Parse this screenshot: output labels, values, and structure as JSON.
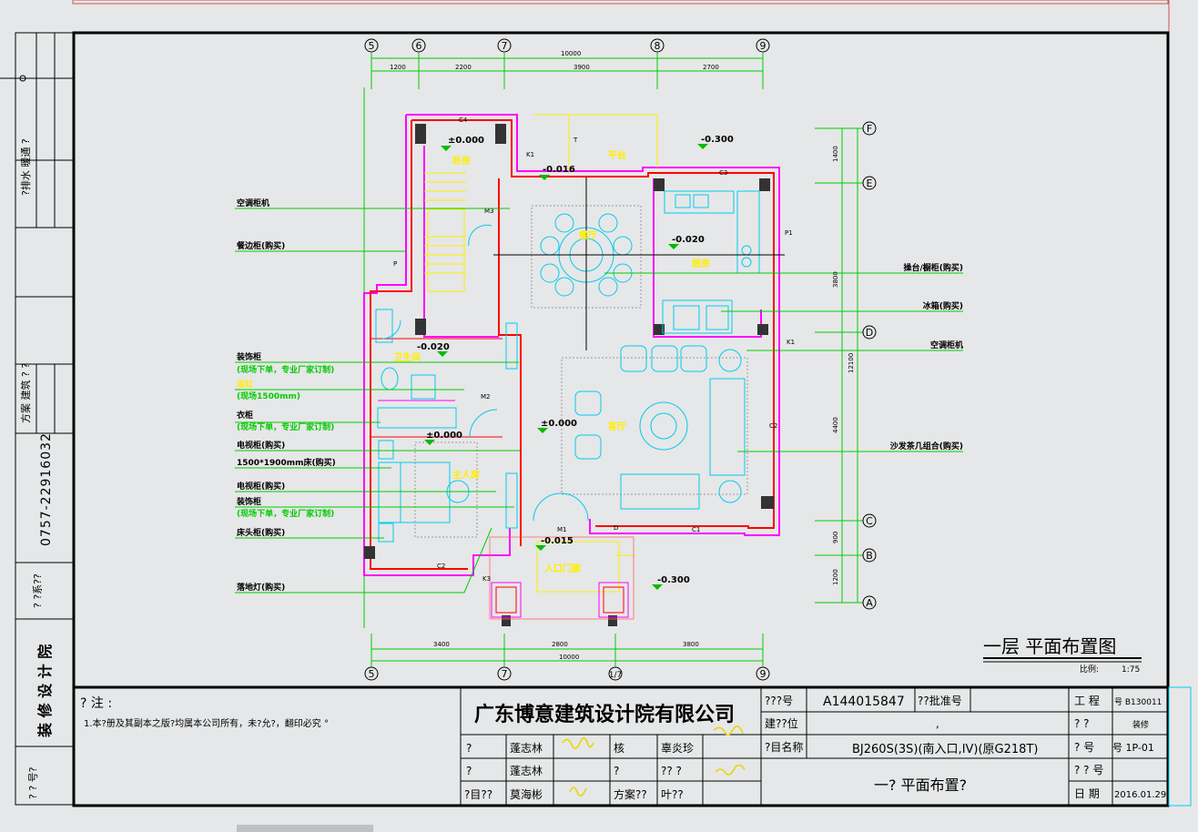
{
  "drawing": {
    "title": "一层  平面布置图",
    "scale_label": "比例:",
    "scale_value": "1:75"
  },
  "grid": {
    "top_axes": [
      "5",
      "6",
      "7",
      "8",
      "9"
    ],
    "bottom_axes": [
      "5",
      "7",
      "1/7",
      "9"
    ],
    "right_axes": [
      "F",
      "E",
      "D",
      "C",
      "B",
      "A"
    ],
    "top_dims": [
      "1200",
      "2200",
      "3900",
      "2700"
    ],
    "top_total": "10000",
    "bottom_dims": [
      "3400",
      "2800",
      "3800"
    ],
    "bottom_total": "10000",
    "right_dims": [
      "1400",
      "3800",
      "4400",
      "900",
      "1200"
    ],
    "right_total": "12100"
  },
  "levels": [
    "±0.000",
    "-0.016",
    "-0.300",
    "-0.020",
    "-0.020",
    "±0.000",
    "±0.000",
    "-0.015",
    "-0.300"
  ],
  "rooms": [
    "卧房",
    "平台",
    "餐厅",
    "厨房",
    "客厅",
    "卫生间",
    "主人房",
    "入口门廊"
  ],
  "tags": [
    "C4",
    "K1",
    "M3",
    "C3",
    "P1",
    "M2",
    "M1",
    "C1",
    "C2",
    "K3",
    "P",
    "C2",
    "D",
    "T",
    "K1"
  ],
  "left_labels": [
    "空调柜机",
    "餐边柜(购买)",
    "装饰柜",
    "(现场下单，专业厂家订制)",
    "浴缸",
    "(现场1500mm)",
    "衣柜",
    "(现场下单，专业厂家订制)",
    "电视柜(购买)",
    "1500*1900mm床(购买)",
    "电视柜(购买)",
    "装饰柜",
    "(现场下单，专业厂家订制)",
    "床头柜(购买)",
    "落地灯(购买)"
  ],
  "right_labels": [
    "操台/橱柜(购买)",
    "冰箱(购买)",
    "空调柜机",
    "沙发茶几组合(购买)"
  ],
  "left_strip": {
    "phone": "0757-22916032",
    "firm_vertical": "装 修 设 计 院",
    "block1": "?排水 暖通 ?",
    "block2": "方案 建筑 ? ?",
    "block3": "? ?系??",
    "block4": "? ? 号?"
  },
  "title_block": {
    "notes_title": "?  注 :",
    "notes_text": "1.本?册及其副本之版?均属本公司所有，未?允?，翻印必究 °",
    "company": "广东博意建筑设计院有限公司",
    "cert_label": "???号",
    "cert_value": "A144015847",
    "approval_label": "??批准号",
    "builder_label": "建??位",
    "builder_value": ",",
    "project_label": "?目名称",
    "project_value": "BJ260S(3S)(南入口,IV)(原G218T)",
    "drawing_name": "一?  平面布置?",
    "rows": [
      {
        "role": "?",
        "name": "蓬志林",
        "role2": "核",
        "name2": "辜炎珍"
      },
      {
        "role": "?",
        "name": "蓬志林",
        "role2": "?",
        "name2": "??  ?"
      },
      {
        "role": "?目??",
        "name": "莫海彬",
        "role2": "方案??",
        "name2": "叶??"
      }
    ],
    "right_labels": [
      "工  程",
      "?      ?",
      "?      号",
      "?  ?  号",
      "日      期"
    ],
    "right_values": [
      "号 B130011",
      "装修",
      "号 1P-01",
      "",
      "2016.01.29"
    ]
  },
  "taskbar_text": "",
  "colors": {
    "background": "#e6e7e8",
    "frame": "#000000",
    "wall": "#ff00ff",
    "wall_inner": "#ff0000",
    "dimension": "#00cc00",
    "furniture": "#00ccee",
    "level_mark": "#00bb00",
    "label_yellow": "#ffee00",
    "grid_line": "#000000",
    "dark_column": "#333333"
  }
}
